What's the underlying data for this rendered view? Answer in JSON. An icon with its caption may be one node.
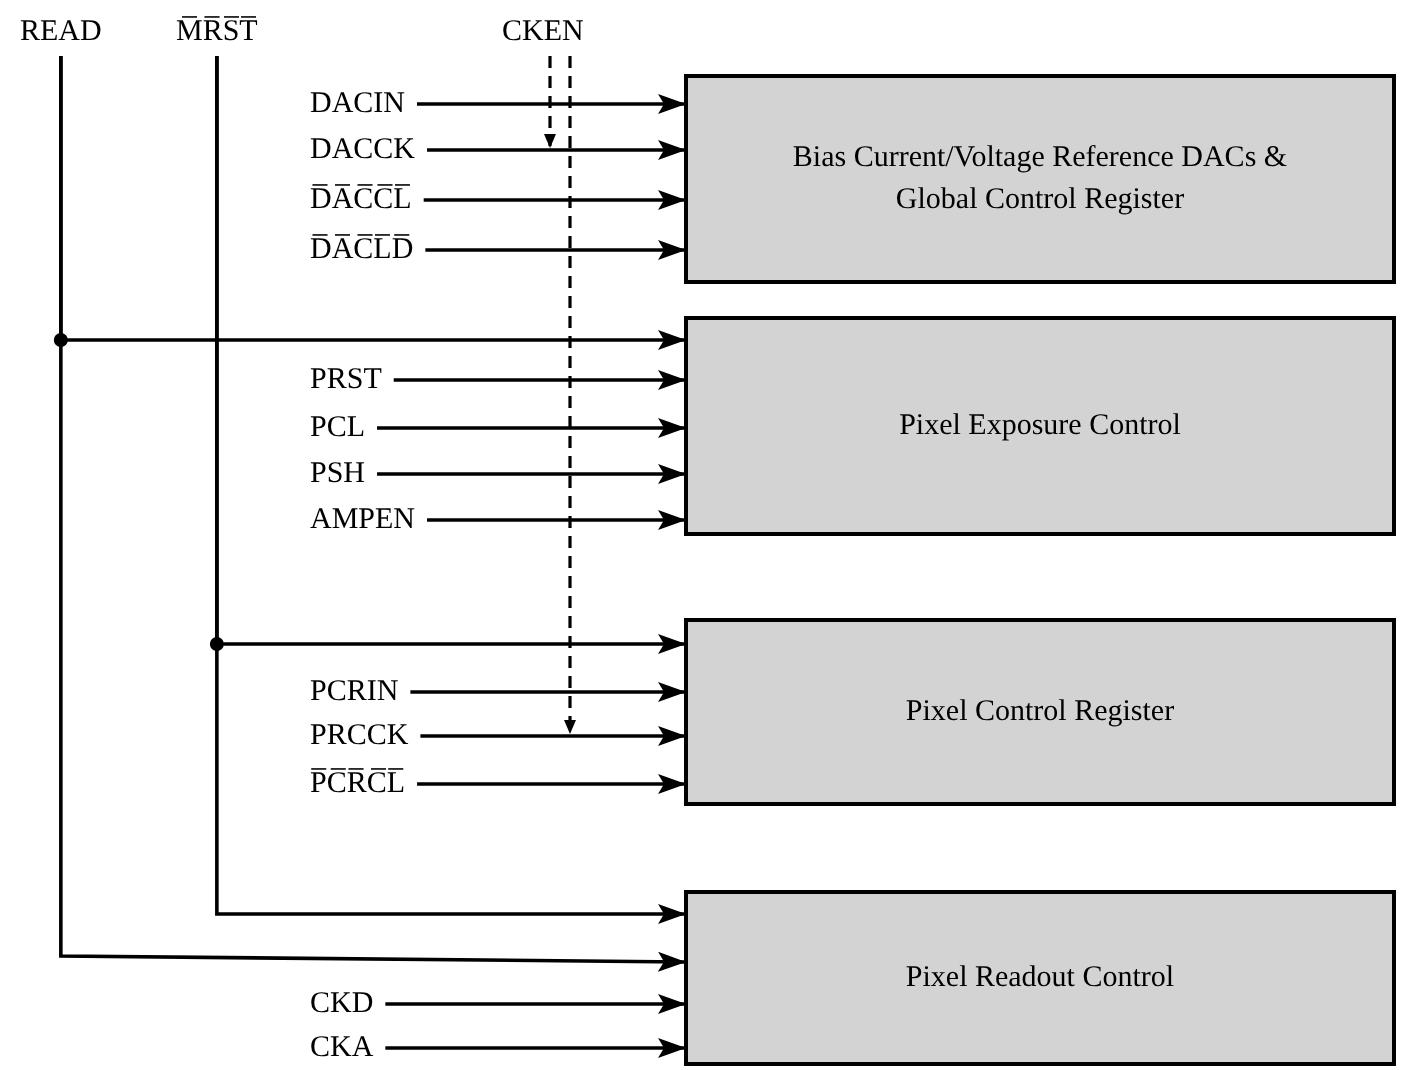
{
  "diagram": {
    "nodes": [
      {
        "text": [
          "READ"
        ]
      },
      {
        "text": [
          "M̅R̅S̅T̅"
        ]
      },
      {
        "text": [
          "CKEN"
        ]
      },
      {
        "text": [
          "DACIN"
        ]
      },
      {
        "text": [
          "DACCK"
        ]
      },
      {
        "text": [
          "D̅A̅C̅C̅L̅"
        ]
      },
      {
        "text": [
          "D̅A̅C̅L̅D̅"
        ]
      },
      {
        "text": [
          "Bias Current/Voltage Reference DACs & Global Control Register"
        ]
      },
      {
        "text": [
          "PRST"
        ]
      },
      {
        "text": [
          "PCL"
        ]
      },
      {
        "text": [
          "PSH"
        ]
      },
      {
        "text": [
          "AMPEN"
        ]
      },
      {
        "text": [
          "Pixel Exposure Control"
        ]
      },
      {
        "text": [
          "PCRIN"
        ]
      },
      {
        "text": [
          "PRCCK"
        ]
      },
      {
        "text": [
          "P̅C̅R̅C̅L̅"
        ]
      },
      {
        "text": [
          "Pixel Control Register"
        ]
      },
      {
        "text": [
          "CKD"
        ]
      },
      {
        "text": [
          "CKA"
        ]
      },
      {
        "text": [
          "Pixel Readout Control"
        ]
      }
    ],
    "edges": [
      {
        "from": 3,
        "to": 7,
        "arrow": "to"
      },
      {
        "from": 4,
        "to": 7,
        "arrow": "to"
      },
      {
        "from": 5,
        "to": 7,
        "arrow": "to"
      },
      {
        "from": 6,
        "to": 7,
        "arrow": "to"
      },
      {
        "from": 0,
        "to": 12,
        "arrow": "to"
      },
      {
        "from": 8,
        "to": 12,
        "arrow": "to"
      },
      {
        "from": 9,
        "to": 12,
        "arrow": "to"
      },
      {
        "from": 10,
        "to": 12,
        "arrow": "to"
      },
      {
        "from": 11,
        "to": 12,
        "arrow": "to"
      },
      {
        "from": 1,
        "to": 16,
        "arrow": "to"
      },
      {
        "from": 13,
        "to": 16,
        "arrow": "to"
      },
      {
        "from": 14,
        "to": 16,
        "arrow": "to"
      },
      {
        "from": 15,
        "to": 16,
        "arrow": "to"
      },
      {
        "from": 1,
        "to": 19,
        "arrow": "to"
      },
      {
        "from": 0,
        "to": 19,
        "arrow": "to"
      },
      {
        "from": 17,
        "to": 19,
        "arrow": "to"
      },
      {
        "from": 18,
        "to": 19,
        "arrow": "to"
      },
      {
        "from": 2,
        "to": null,
        "arrow": "to",
        "style": "dashed"
      },
      {
        "from": 2,
        "to": null,
        "arrow": "to",
        "style": "dashed"
      }
    ]
  }
}
